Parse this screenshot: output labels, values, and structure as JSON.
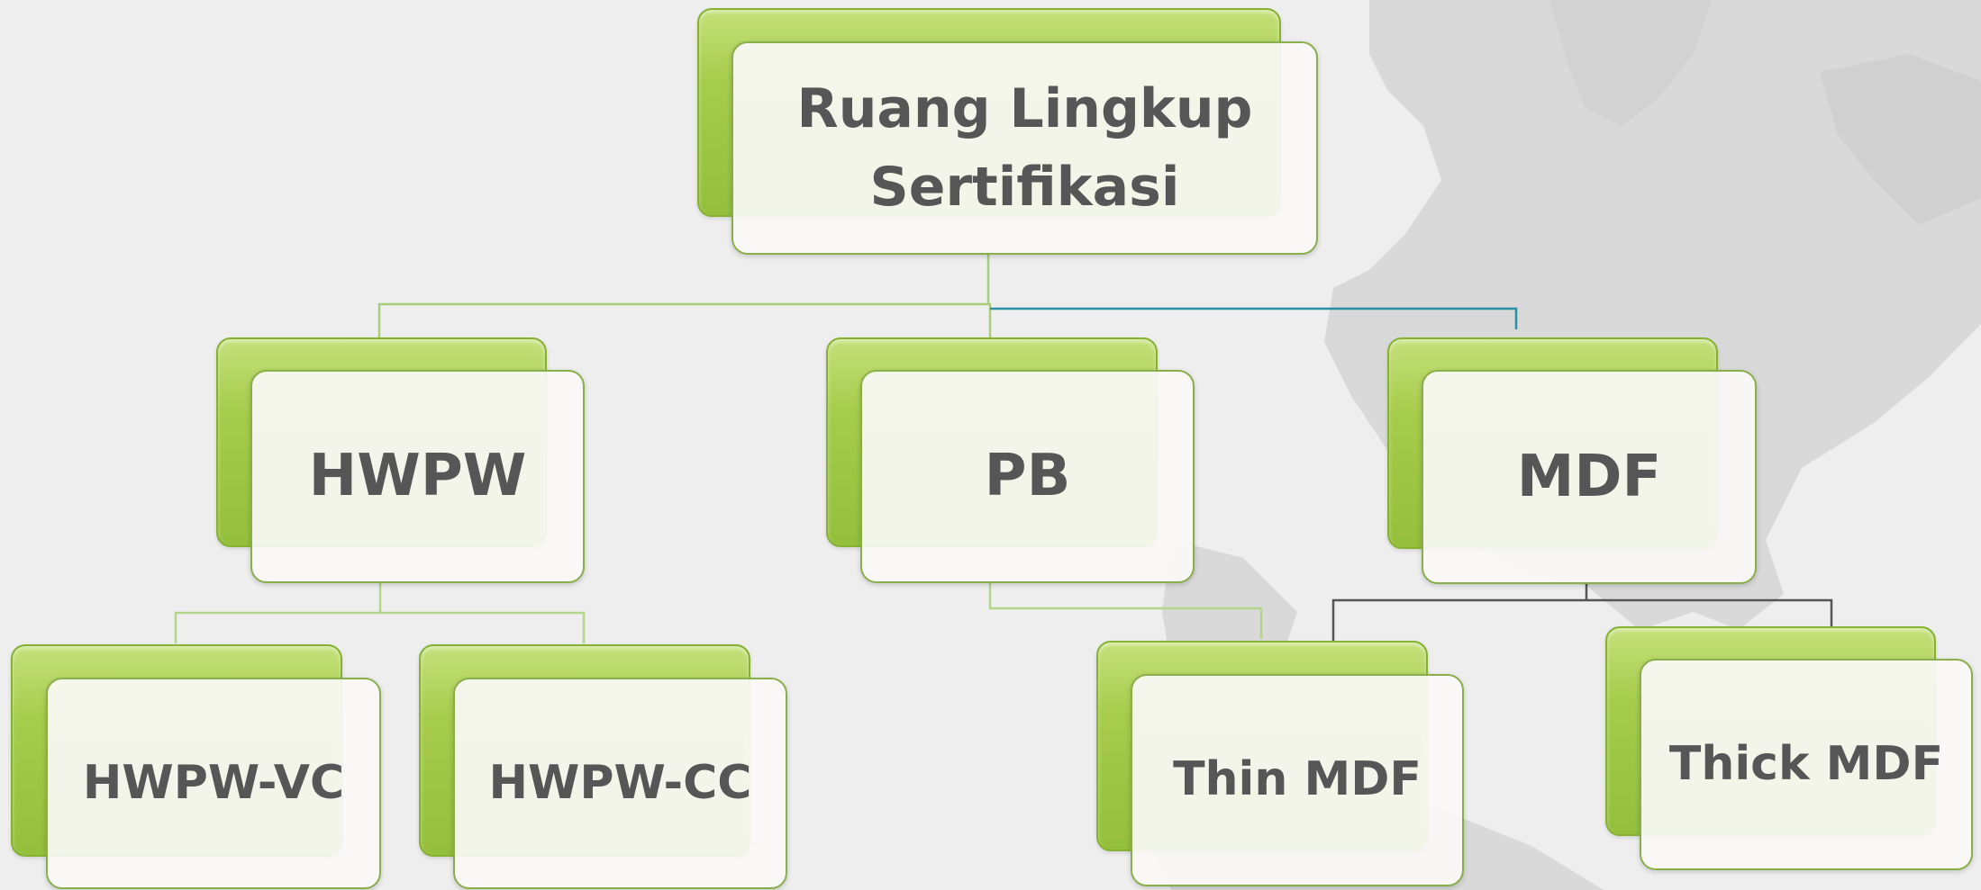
{
  "diagram": {
    "root": {
      "label_line1": "Ruang Lingkup",
      "label_line2": "Sertifikasi"
    },
    "level1": [
      {
        "label": "HWPW"
      },
      {
        "label": "PB"
      },
      {
        "label": "MDF"
      }
    ],
    "level2": [
      {
        "label": "HWPW-VC"
      },
      {
        "label": "HWPW-CC"
      },
      {
        "label": "Thin MDF"
      },
      {
        "label": "Thick MDF"
      }
    ]
  },
  "colors": {
    "accent_green": "#a6cc4c",
    "connector_green": "#a9cc78",
    "connector_teal": "#2a8fa8",
    "connector_dark": "#555555",
    "text": "#565656",
    "background": "#eeeeee"
  }
}
